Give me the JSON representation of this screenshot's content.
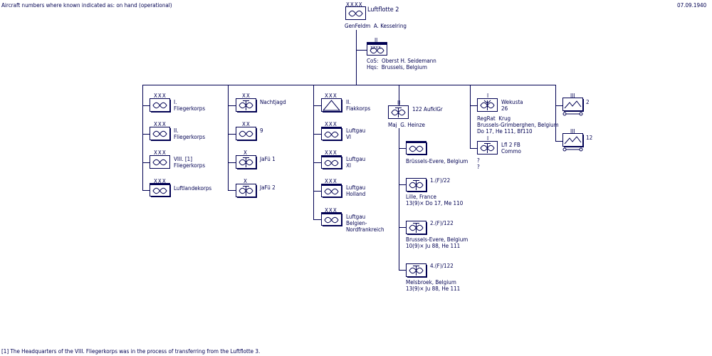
{
  "header": {
    "note": "Aircraft numbers where known indicated as: on hand (operational)",
    "date": "07.09.1940"
  },
  "footnote": "[1] The Headquarters of the VIII. Fliegerkorps was in the process of transferring from the Luftflotte 3.",
  "colors": {
    "ink": "#000052",
    "shadow": "#000052",
    "background": "#ffffff"
  },
  "hq": {
    "echelon": "XXXX",
    "name": "Luftflotte 2",
    "commander": "GenFeldm  A. Kesselring"
  },
  "staff": {
    "echelon": "II",
    "echelon2": "XXXX",
    "cos": "CoS:  Oberst H. Seidemann",
    "hqs": "Hqs:  Brussels, Belgium"
  },
  "col1": [
    {
      "echelon": "XXX",
      "line1": "I.",
      "line2": "Fliegerkorps"
    },
    {
      "echelon": "XXX",
      "line1": "II.",
      "line2": "Fliegerkorps"
    },
    {
      "echelon": "XXX",
      "line1": "VIII. [1]",
      "line2": "Fliegerkorps"
    },
    {
      "echelon": "XXX",
      "line1": "Luftlandekorps",
      "line2": ""
    }
  ],
  "col2": [
    {
      "echelon": "XX",
      "label": "Nachtjagd"
    },
    {
      "echelon": "XX",
      "label": "9"
    },
    {
      "echelon": "X",
      "label": "JaFü 1"
    },
    {
      "echelon": "X",
      "label": "JaFü 2"
    }
  ],
  "col3": [
    {
      "echelon": "XXX",
      "line1": "II.",
      "line2": "Flakkorps",
      "line3": ""
    },
    {
      "echelon": "XXX",
      "line1": "Luftgau",
      "line2": "VI",
      "line3": ""
    },
    {
      "echelon": "XXX",
      "line1": "Luftgau",
      "line2": "XI",
      "line3": ""
    },
    {
      "echelon": "XXX",
      "line1": "Luftgau",
      "line2": "Holland",
      "line3": ""
    },
    {
      "echelon": "XXX",
      "line1": "Luftgau",
      "line2": "Belgien-",
      "line3": "Nordfrankreich"
    }
  ],
  "recon": {
    "echelon": "II",
    "name": "122 AufklGr",
    "commander": "Maj  G. Heinze",
    "staff_location": "Brüssels-Evere, Belgium",
    "staffeln": [
      {
        "name": "1.(F)/22",
        "location": "Lille, France",
        "aircraft": "13(9)× Do 17, Me 110"
      },
      {
        "name": "2.(F)/122",
        "location": "Brussels-Evere, Belgium",
        "aircraft": "10(9)× Ju 88, He 111"
      },
      {
        "name": "4.(F)/122",
        "location": "Melsbroek, Belgium",
        "aircraft": "13(9)× Ju 88, He 111"
      }
    ]
  },
  "wekusta": {
    "echelon": "I",
    "name": "Wekusta",
    "number": "26",
    "commander": "RegRat  Krug",
    "location": "Brussels-Grimberghen, Belgium",
    "aircraft": "Do 17, He 111, Bf110"
  },
  "fb": {
    "echelon": "I",
    "line1": "Lfl 2 FB",
    "line2": "Commo",
    "q1": "?",
    "q2": "?"
  },
  "signals": [
    {
      "echelon": "III",
      "label": "2"
    },
    {
      "echelon": "III",
      "label": "12"
    }
  ]
}
